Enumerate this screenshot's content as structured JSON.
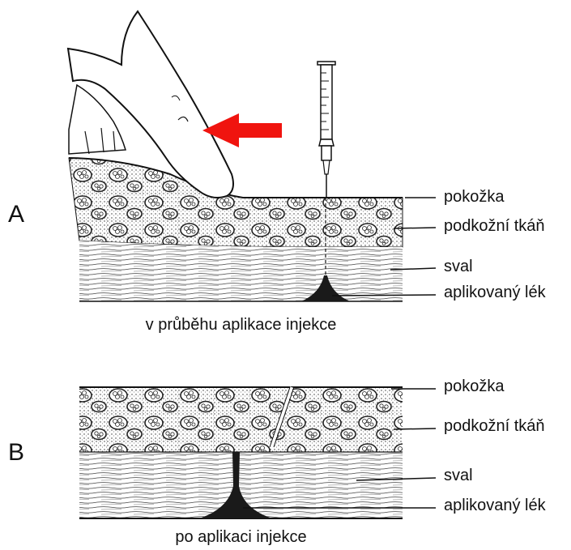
{
  "panels": [
    {
      "letter": "A",
      "caption": "v průběhu aplikace injekce",
      "labels": {
        "epidermis": "pokožka",
        "subcutis": "podkožní tkáň",
        "muscle": "sval",
        "drug": "aplikovaný lék"
      }
    },
    {
      "letter": "B",
      "caption": "po aplikaci injekce",
      "labels": {
        "epidermis": "pokožka",
        "subcutis": "podkožní tkáň",
        "muscle": "sval",
        "drug": "aplikovaný lék"
      }
    }
  ],
  "colors": {
    "arrow": "#f0140f",
    "ink": "#111111"
  },
  "icons": [
    "finger-icon",
    "syringe-icon",
    "push-arrow-icon"
  ]
}
